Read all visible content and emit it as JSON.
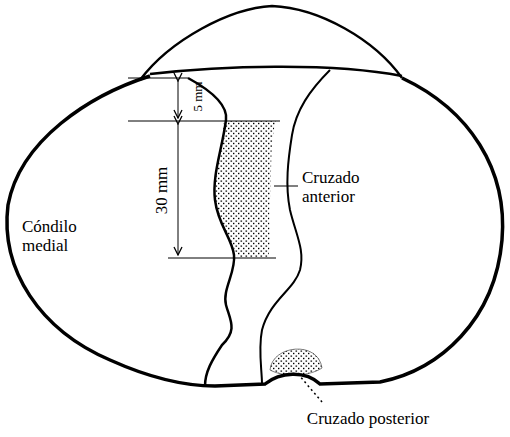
{
  "diagram": {
    "labels": [
      "5 mm",
      "30 mm",
      "Cruzado anterior",
      "Cóndilo medial",
      "Cruzado posterior"
    ]
  }
}
